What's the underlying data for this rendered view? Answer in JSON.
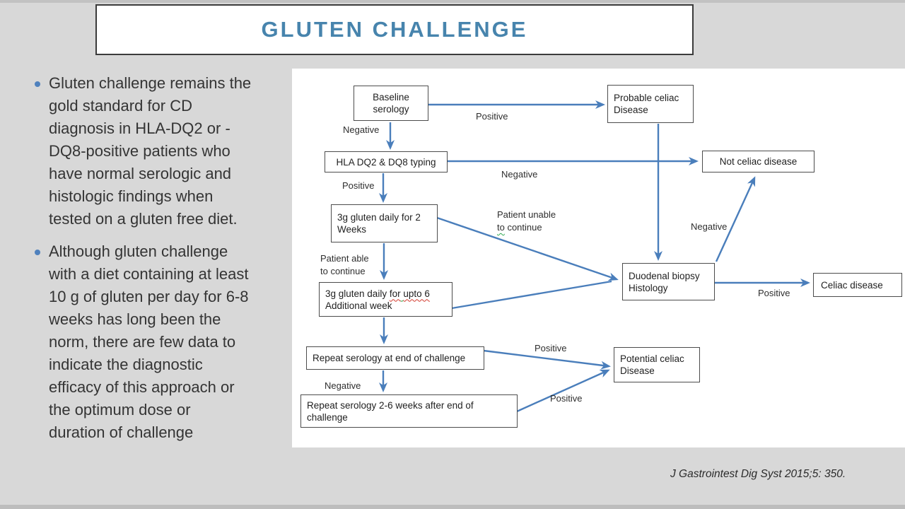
{
  "slide": {
    "title": "GLUTEN CHALLENGE",
    "citation": "J Gastrointest Dig Syst 2015;5: 350."
  },
  "bullets": [
    {
      "text": "Gluten challenge remains the\ngold standard for CD\ndiagnosis in HLA-DQ2 or -\nDQ8-positive patients who\nhave normal serologic and\nhistologic findings when\ntested on a gluten free diet."
    },
    {
      "text": "Although gluten challenge\nwith a diet containing at least\n10 g of gluten per day for 6-8\nweeks has long been the\nnorm, there are few data to\nindicate the diagnostic\nefficacy of this approach or\nthe optimum dose or\nduration of challenge"
    }
  ],
  "flowchart": {
    "nodes": {
      "baseline": "Baseline\nserology",
      "hla_typing": "HLA DQ2 & DQ8 typing",
      "probable_celiac": "Probable celiac\nDisease",
      "not_celiac": "Not celiac disease",
      "gluten_2wk": "3g gluten daily for 2\nWeeks",
      "gluten_6wk": {
        "a": "3g gluten daily ",
        "b": "for",
        "c": " ",
        "d": "upto 6",
        "e": "\nAdditional week"
      },
      "duodenal": "Duodenal biopsy\nHistology",
      "celiac": "Celiac disease",
      "repeat_end": "Repeat serology at end of challenge",
      "repeat_2_6": "Repeat serology 2-6 weeks after end of\nchallenge",
      "potential_celiac": "Potential celiac\nDisease"
    },
    "edge_labels": {
      "baseline_positive": "Positive",
      "baseline_negative": "Negative",
      "hla_negative": "Negative",
      "hla_positive": "Positive",
      "patient_unable": {
        "a": "Patient unable\n",
        "b": "to",
        "c": " continue"
      },
      "patient_able": "Patient able\nto continue",
      "biopsy_negative": "Negative",
      "biopsy_positive": "Positive",
      "repeat_end_positive": "Positive",
      "repeat_end_negative": "Negative",
      "repeat_2_6_positive": "Positive"
    }
  },
  "colors": {
    "slide_background": "#d8d8d8",
    "title_blue": "#4784ad",
    "arrow_blue": "#4a7ebb",
    "bullet_dot_blue": "#4f81bd",
    "box_border": "#4c4c4c",
    "body_text": "#343434"
  }
}
